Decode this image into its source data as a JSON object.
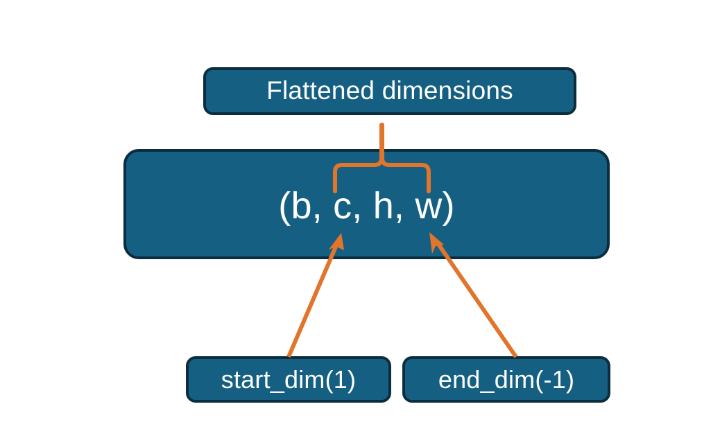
{
  "diagram": {
    "title_node": {
      "label": "Flattened dimensions",
      "name": "flattened-dimensions-box"
    },
    "tuple_node": {
      "label": "(b, c, h, w)",
      "name": "shape-tuple-box",
      "dims": [
        "b",
        "c",
        "h",
        "w"
      ]
    },
    "argument_nodes": [
      {
        "label": "start_dim(1)",
        "name": "start-dim-box"
      },
      {
        "label": "end_dim(-1)",
        "name": "end-dim-box"
      }
    ],
    "connectors": [
      {
        "name": "brace-connector",
        "type": "curly-brace",
        "from": "shape-tuple-box",
        "to": "flattened-dimensions-box",
        "spans_dims": [
          "c",
          "h",
          "w"
        ]
      },
      {
        "name": "start-dim-arrow",
        "type": "arrow",
        "from": "start-dim-box",
        "to": "shape-tuple-box"
      },
      {
        "name": "end-dim-arrow",
        "type": "arrow",
        "from": "end-dim-box",
        "to": "shape-tuple-box"
      }
    ],
    "colors": {
      "node_fill": "#156082",
      "node_border": "#0b2d3e",
      "node_text": "#ffffff",
      "connector": "#e1752c",
      "background": "#ffffff"
    }
  }
}
